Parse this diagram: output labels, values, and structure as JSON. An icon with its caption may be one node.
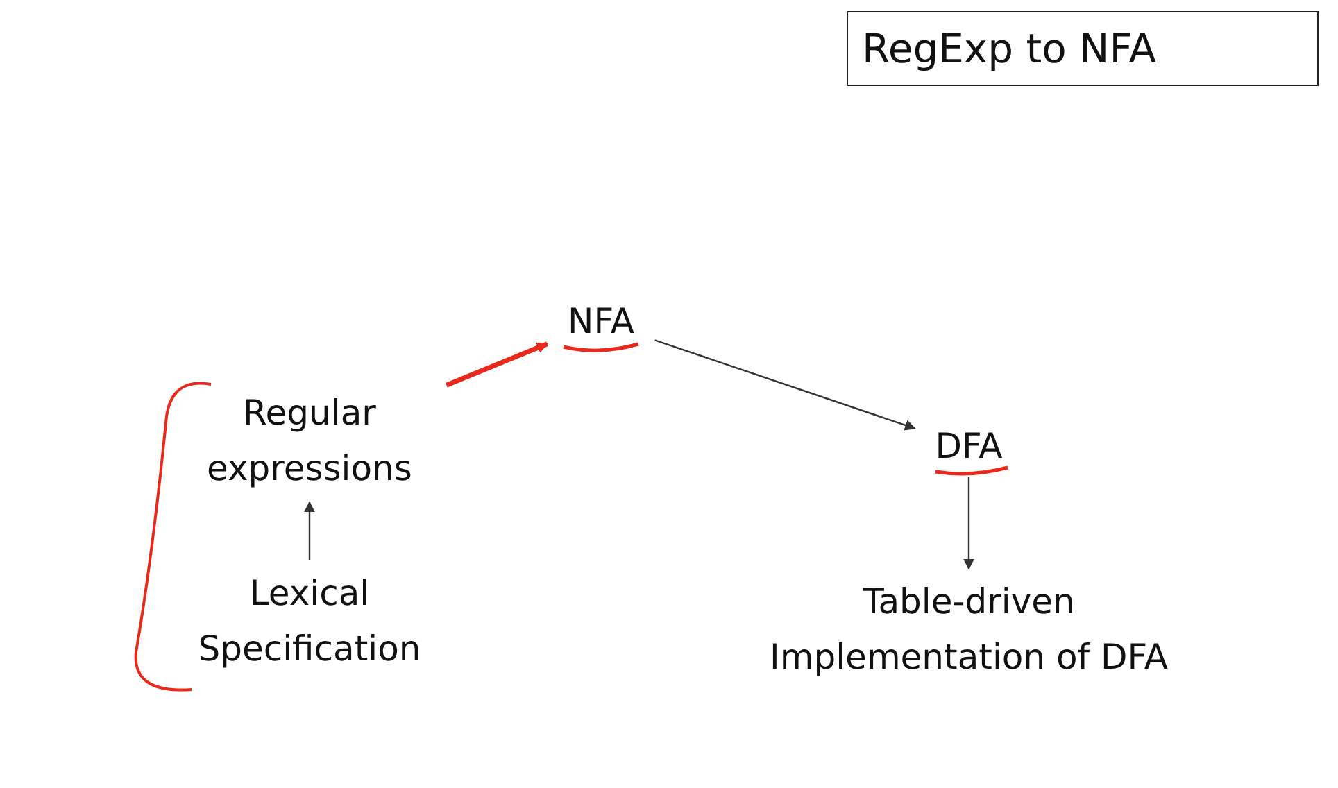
{
  "diagram": {
    "title": "RegExp to NFA",
    "nodes": [
      {
        "text": [
          "NFA"
        ]
      },
      {
        "text": [
          "Regular expressions"
        ]
      },
      {
        "text": [
          "Lexical Specification"
        ]
      },
      {
        "text": [
          "DFA"
        ]
      },
      {
        "text": [
          "Table-driven Implementation of DFA"
        ]
      }
    ],
    "edges": [
      {
        "from": 2,
        "to": 1,
        "arrow": "to"
      },
      {
        "from": 1,
        "to": 0,
        "arrow": "to",
        "style": "thick",
        "color": "#e8291c"
      },
      {
        "from": 0,
        "to": 3,
        "arrow": "to"
      },
      {
        "from": 3,
        "to": 4,
        "arrow": "to"
      }
    ]
  }
}
